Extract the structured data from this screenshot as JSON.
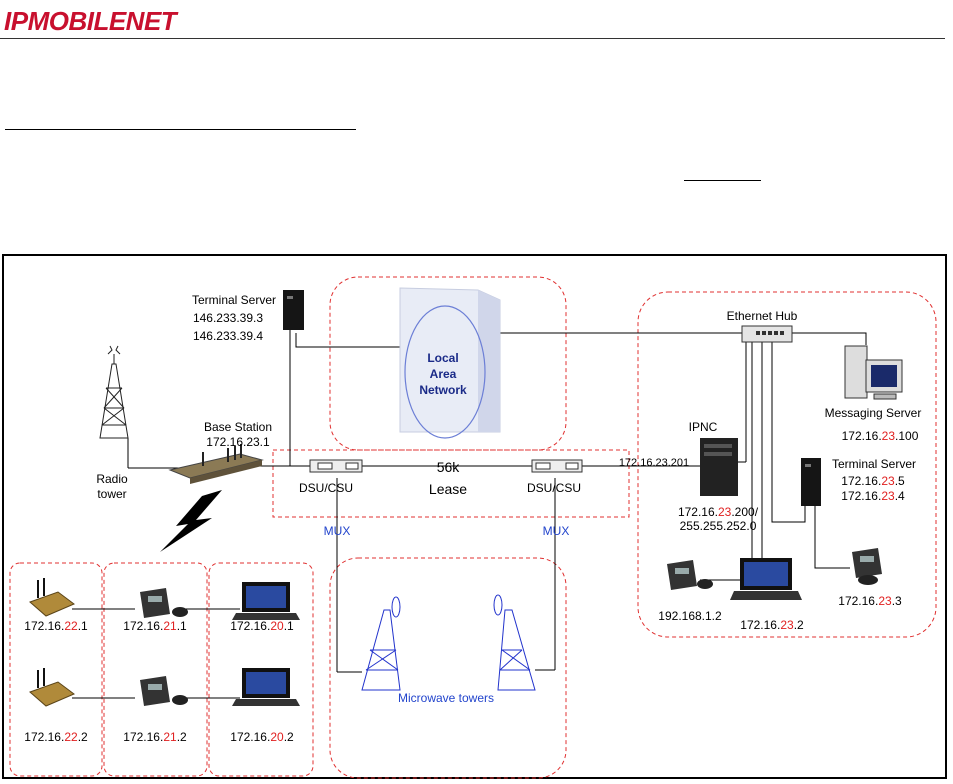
{
  "header": {
    "logo": "IPMOBILENET"
  },
  "labels": {
    "terminal_server_left": "Terminal Server",
    "ts_left_ip1": "146.233.39.3",
    "ts_left_ip2": "146.233.39.4",
    "lan_1": "Local",
    "lan_2": "Area",
    "lan_3": "Network",
    "ethernet_hub": "Ethernet Hub",
    "messaging_server": "Messaging Server",
    "ms_ip_a": "172.16.",
    "ms_ip_b": "23",
    "ms_ip_c": ".100",
    "base_station": "Base Station",
    "bs_ip": "172.16.23.1",
    "radio_1": "Radio",
    "radio_2": "tower",
    "ipnc": "IPNC",
    "ipnc_ip1": "172.16.23.201",
    "ipnc_ip2_a": "172.16.",
    "ipnc_ip2_b": "23",
    "ipnc_ip2_c": ".200/",
    "ipnc_mask": "255.255.252.0",
    "terminal_server_right": "Terminal Server",
    "tsr_ip1_a": "172.16.",
    "tsr_ip1_b": "23",
    "tsr_ip1_c": ".5",
    "tsr_ip2_a": "172.16.",
    "tsr_ip2_b": "23",
    "tsr_ip2_c": ".4",
    "lease_1": "56k",
    "lease_2": "Lease",
    "dsu_left": "DSU/CSU",
    "dsu_right": "DSU/CSU",
    "mux_left": "MUX",
    "mux_right": "MUX",
    "microwave": "Microwave towers",
    "ip_192": "192.168.1.2",
    "r232_a": "172.16.",
    "r232_b": "23",
    "r232_c": ".2",
    "r233_a": "172.16.",
    "r233_b": "23",
    "r233_c": ".3",
    "m221_a": "172.16.",
    "m221_b": "22",
    "m221_c": ".1",
    "m222_a": "172.16.",
    "m222_b": "22",
    "m222_c": ".2",
    "m211_a": "172.16.",
    "m211_b": "21",
    "m211_c": ".1",
    "m212_a": "172.16.",
    "m212_b": "21",
    "m212_c": ".2",
    "m201_a": "172.16.",
    "m201_b": "20",
    "m201_c": ".1",
    "m202_a": "172.16.",
    "m202_b": "20",
    "m202_c": ".2"
  },
  "colors": {
    "brand": "#c8102e",
    "highlight": "#e02020",
    "dashed": "#e03030",
    "blue": "#2244cc"
  }
}
